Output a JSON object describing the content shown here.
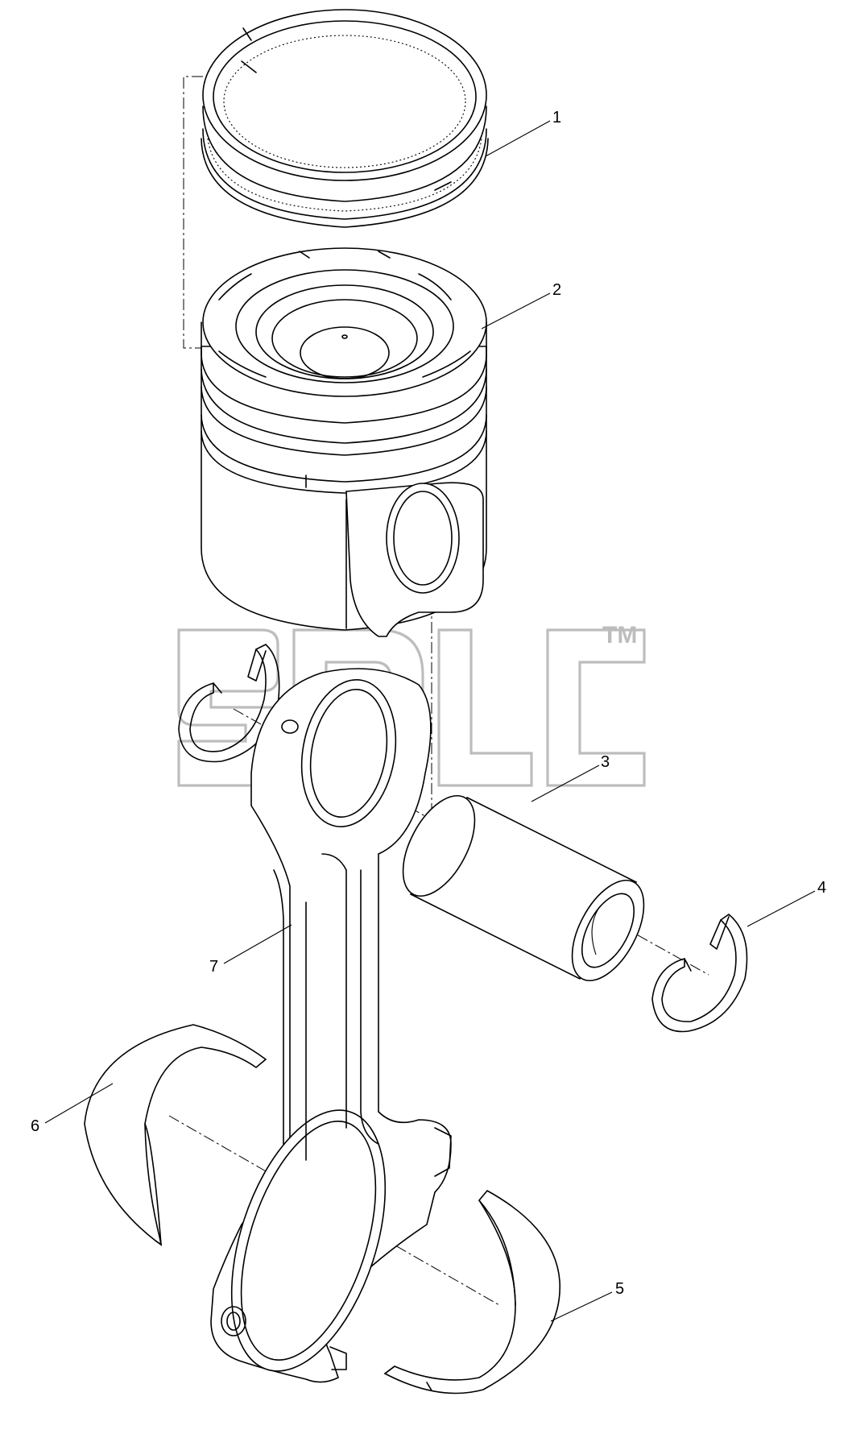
{
  "diagram": {
    "callouts": [
      {
        "id": "1",
        "label": "1"
      },
      {
        "id": "2",
        "label": "2"
      },
      {
        "id": "3",
        "label": "3"
      },
      {
        "id": "4",
        "label": "4"
      },
      {
        "id": "5",
        "label": "5"
      },
      {
        "id": "6",
        "label": "6"
      },
      {
        "id": "7",
        "label": "7"
      }
    ],
    "parts": [
      {
        "callout": "1",
        "icon": "piston-rings-icon"
      },
      {
        "callout": "2",
        "icon": "piston-icon"
      },
      {
        "callout": "3",
        "icon": "piston-pin-icon"
      },
      {
        "callout": "4",
        "icon": "retaining-ring-icon"
      },
      {
        "callout": "5",
        "icon": "lower-bearing-shell-icon"
      },
      {
        "callout": "6",
        "icon": "upper-bearing-shell-icon"
      },
      {
        "callout": "7",
        "icon": "connecting-rod-icon"
      }
    ],
    "watermark": {
      "trademark": "TM",
      "logo": "sdlg-logo-watermark"
    }
  }
}
